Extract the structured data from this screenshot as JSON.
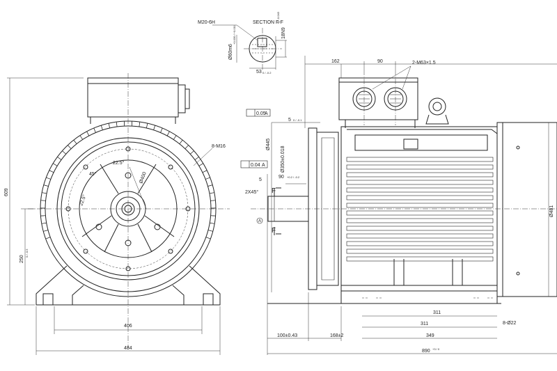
{
  "section": {
    "thread": "M20-6H",
    "title": "SECTION F-F",
    "shaft_dia": "Ø60m6",
    "shaft_dia_tol": "+0.030 / +0.011",
    "key_height": "53",
    "key_height_tol": "0 / -0.2",
    "key_width": "18N9",
    "key_width_tol": "0 / -0.043"
  },
  "front_view": {
    "height_total": "609",
    "shaft_center": "250",
    "shaft_center_tol": "0 / -0.5",
    "angle_a": "45°",
    "angle_b": "22.5°",
    "angle_c": "22.5°",
    "flange_pcd": "Ø400",
    "flange_holes": "8-M16",
    "foot_span": "406",
    "overall_width": "484"
  },
  "side_view": {
    "top_dim_1": "162",
    "top_dim_2": "90",
    "gland_thread": "2-M63×1.5",
    "runout_1": "0.05",
    "runout_1_ref": "A",
    "runout_2": "0.04",
    "runout_2_ref": "A",
    "spigot_offset": "5",
    "spigot_offset_tol": "0 / -0.1",
    "flange_od": "Ø445",
    "spigot_dia": "Ø350±0.018",
    "flange_thick": "5",
    "shaft_len": "90",
    "shaft_len_tol": "+0.2 / -0.2",
    "chamfer": "2X45°",
    "section_mark": "F",
    "datum": "A",
    "body_dia": "Ø481",
    "foot_hole_spacing": "311",
    "foot_span_side": "311",
    "foot_span_total": "349",
    "foot_holes": "8-Ø22",
    "shaft_ext": "100±0.43",
    "flange_to_foot": "168±2",
    "overall_length": "890",
    "overall_length_tol": "+3 / 0"
  }
}
